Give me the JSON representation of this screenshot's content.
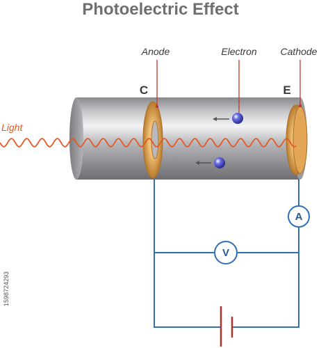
{
  "title": "Photoelectric Effect",
  "labels": {
    "anode": "Anode",
    "electron": "Electron",
    "cathode": "Cathode",
    "light": "Light",
    "c": "C",
    "e": "E",
    "ammeter": "A",
    "voltmeter": "V"
  },
  "stock_id": "1598724293",
  "colors": {
    "circuit": "#2f6fb8",
    "light_wave": "#e8571d",
    "pointer_line": "#c0392b",
    "electrode": "#d49a45",
    "electron": "#3b3fb0"
  }
}
